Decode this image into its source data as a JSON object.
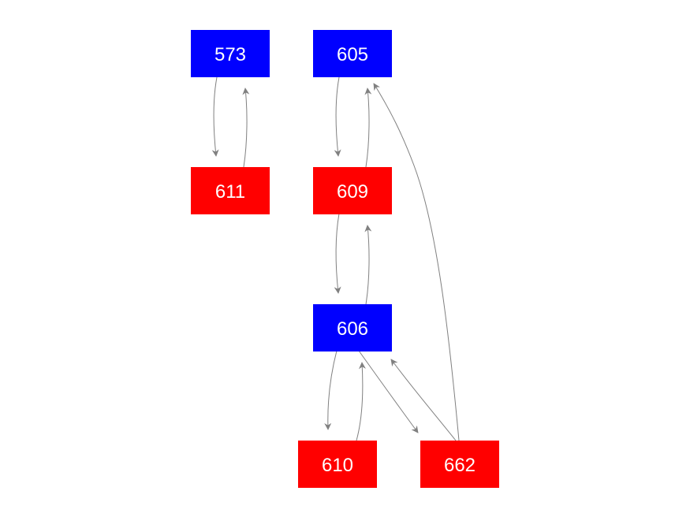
{
  "nodes": [
    {
      "id": "573",
      "color": "#0000ff"
    },
    {
      "id": "605",
      "color": "#0000ff"
    },
    {
      "id": "611",
      "color": "#ff0000"
    },
    {
      "id": "609",
      "color": "#ff0000"
    },
    {
      "id": "606",
      "color": "#0000ff"
    },
    {
      "id": "610",
      "color": "#ff0000"
    },
    {
      "id": "662",
      "color": "#ff0000"
    }
  ],
  "edges": [
    {
      "from": "573",
      "to": "611"
    },
    {
      "from": "611",
      "to": "573"
    },
    {
      "from": "605",
      "to": "609"
    },
    {
      "from": "609",
      "to": "605"
    },
    {
      "from": "609",
      "to": "606"
    },
    {
      "from": "606",
      "to": "609"
    },
    {
      "from": "606",
      "to": "610"
    },
    {
      "from": "610",
      "to": "606"
    },
    {
      "from": "606",
      "to": "662"
    },
    {
      "from": "662",
      "to": "606"
    },
    {
      "from": "662",
      "to": "605"
    }
  ],
  "edge_color": "#808080"
}
